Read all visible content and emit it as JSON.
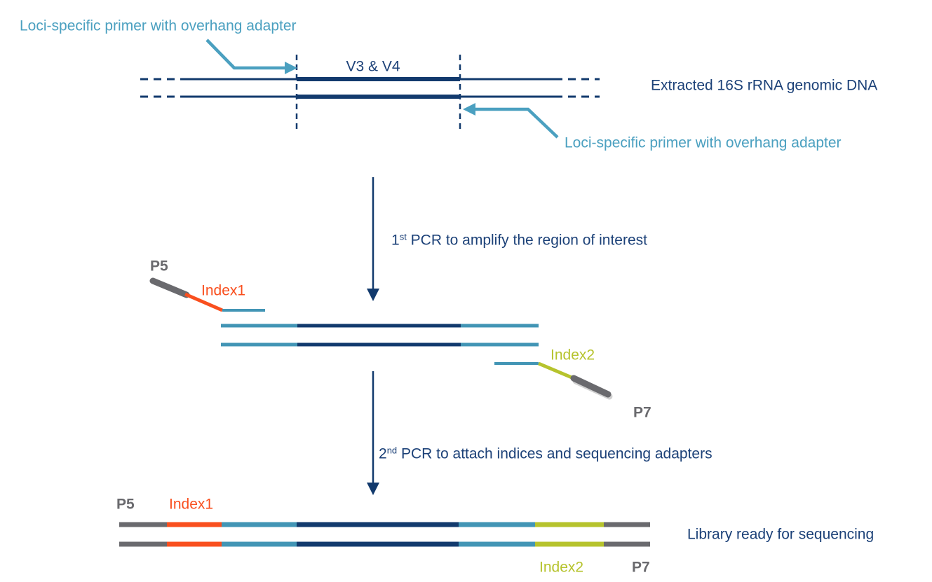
{
  "colors": {
    "navy_line": "#123A6D",
    "navy_text": "#1C4178",
    "teal": "#4BA0C0",
    "teal_strand": "#4295B5",
    "orange": "#F94F1E",
    "chartreuse": "#B6C32D",
    "gray": "#6A6A6E"
  },
  "top_section": {
    "primer_label_top": "Loci-specific primer with overhang adapter",
    "primer_label_bottom": "Loci-specific primer with overhang adapter",
    "region_label": "V3 & V4",
    "dna_label": "Extracted 16S rRNA genomic DNA"
  },
  "steps": {
    "step1": {
      "num": "1",
      "ord": "st",
      "rest": " PCR to amplify the region of interest"
    },
    "step2": {
      "num": "2",
      "ord": "nd",
      "rest": " PCR to attach indices and sequencing adapters"
    }
  },
  "adapters": {
    "p5": "P5",
    "p7": "P7",
    "index1": "Index1",
    "index2": "Index2"
  },
  "library": {
    "label": "Library ready for sequencing"
  }
}
